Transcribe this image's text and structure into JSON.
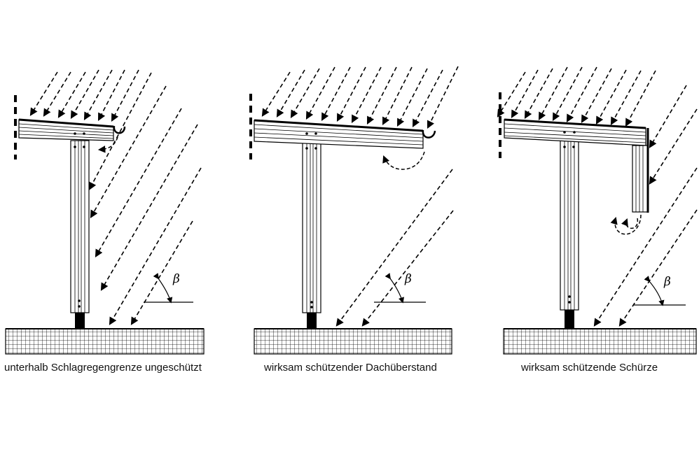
{
  "panels": [
    {
      "caption": "unterhalb Schlagregengrenze ungeschützt",
      "angle_label": "β"
    },
    {
      "caption": "wirksam schützender Dachüberstand",
      "angle_label": "β"
    },
    {
      "caption": "wirksam schützende Schürze",
      "angle_label": "β"
    }
  ],
  "colors": {
    "line": "#000000",
    "background": "#ffffff"
  }
}
